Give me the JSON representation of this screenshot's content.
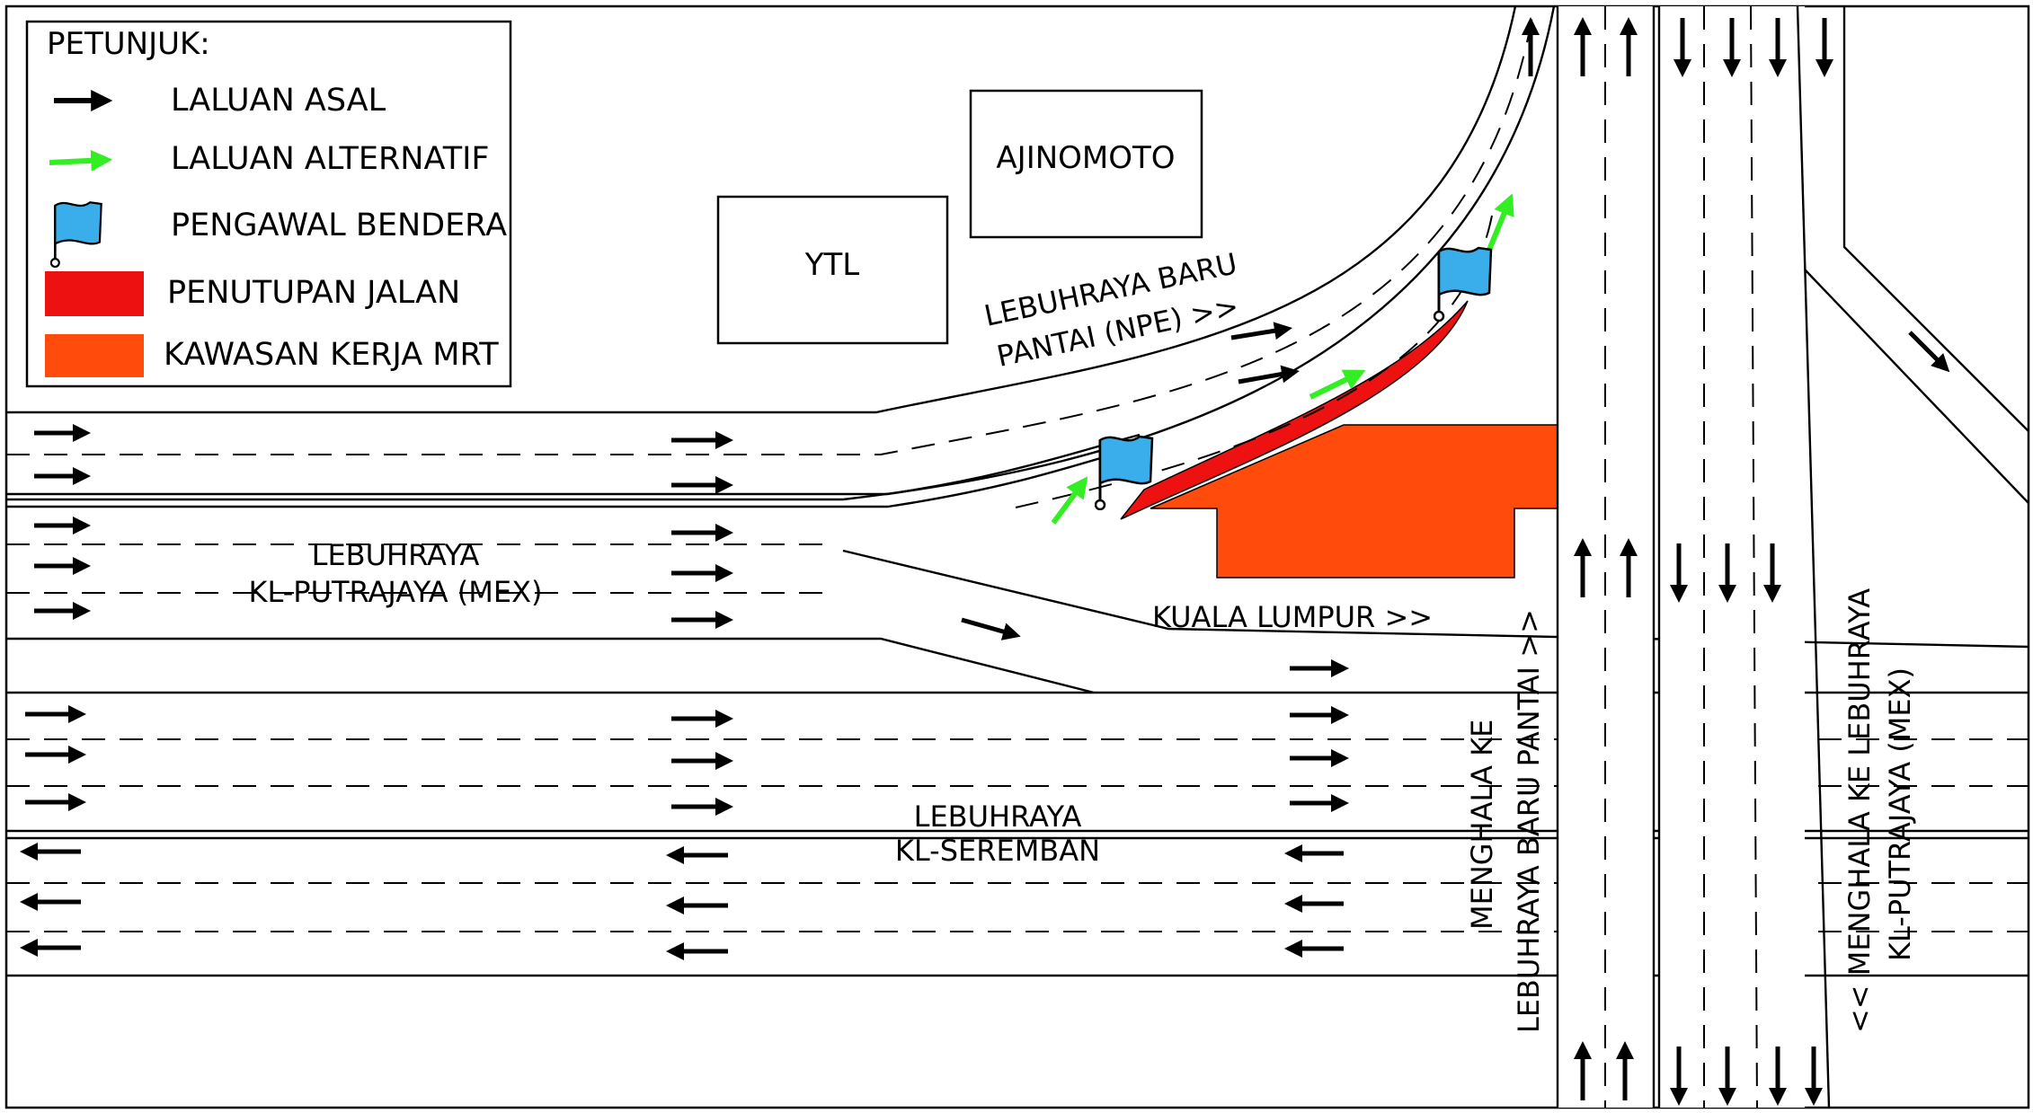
{
  "legend": {
    "title": "PETUNJUK:",
    "items": [
      {
        "label": "LALUAN ASAL",
        "icon": "black-arrow-icon",
        "color": "#000000"
      },
      {
        "label": "LALUAN ALTERNATIF",
        "icon": "green-arrow-icon",
        "color": "#33ee22"
      },
      {
        "label": "PENGAWAL BENDERA",
        "icon": "blue-flag-icon",
        "color": "#3aaeea"
      },
      {
        "label": "PENUTUPAN JALAN",
        "icon": "red-swatch",
        "color": "#ee1111"
      },
      {
        "label": "KAWASAN KERJA MRT",
        "icon": "orange-swatch",
        "color": "#ff4b0b"
      }
    ]
  },
  "buildings": {
    "ajinomoto": "AJINOMOTO",
    "ytl": "YTL"
  },
  "roads": {
    "npe_line1": "LEBUHRAYA BARU",
    "npe_line2": "PANTAI (NPE) >>",
    "mex_line1": "LEBUHRAYA",
    "mex_line2": "KL-PUTRAJAYA (MEX)",
    "kuala_lumpur": "KUALA LUMPUR >>",
    "seremban_line1": "LEBUHRAYA",
    "seremban_line2": "KL-SEREMBAN",
    "to_npe_line1": "MENGHALA KE",
    "to_npe_line2": "LEBUHRAYA BARU PANTAI >>",
    "to_mex_line1": "<< MENGHALA KE LEBUHRAYA",
    "to_mex_line2": "KL-PUTRAJAYA (MEX)"
  },
  "colors": {
    "road_closure": "#ee1111",
    "mrt_work_zone": "#ff4b0b",
    "alternative_route": "#33ee22",
    "flag_marshal": "#3aaeea"
  }
}
